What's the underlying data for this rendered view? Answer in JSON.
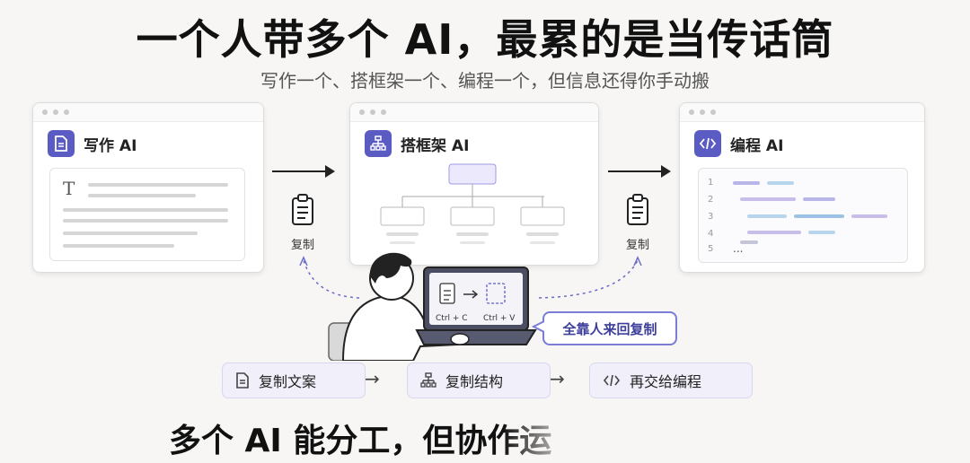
{
  "header": {
    "title": "一个人带多个 AI，最累的是当传话筒",
    "subtitle": "写作一个、搭框架一个、编程一个，但信息还得你手动搬"
  },
  "windows": [
    {
      "title": "写作 AI",
      "icon": "document-icon"
    },
    {
      "title": "搭框架 AI",
      "icon": "hierarchy-icon"
    },
    {
      "title": "编程 AI",
      "icon": "code-icon"
    }
  ],
  "code_lines": [
    "1",
    "2",
    "3",
    "4",
    "5"
  ],
  "code_ellipsis": "...",
  "copy_labels": [
    "复制",
    "复制"
  ],
  "laptop": {
    "key_copy": "Ctrl + C",
    "key_paste": "Ctrl + V"
  },
  "speech_bubble": "全靠人来回复制",
  "steps": [
    {
      "label": "复制文案",
      "icon": "document-icon"
    },
    {
      "label": "复制结构",
      "icon": "hierarchy-icon"
    },
    {
      "label": "再交给编程",
      "icon": "code-icon"
    }
  ],
  "footer": {
    "text": "多个 AI 能分工，但协作运"
  },
  "colors": {
    "accent": "#5a5cc4",
    "accent_light": "#f1f0fa",
    "background": "#f7f6f4"
  }
}
